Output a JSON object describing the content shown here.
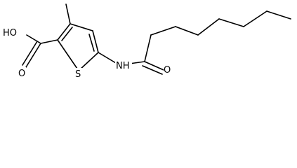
{
  "molecule": {
    "labels": {
      "acid_oh": "HO",
      "acid_o": "O",
      "sulfur": "S",
      "amide_nh": "NH",
      "amide_o": "O"
    },
    "colors": {
      "stroke": "#000000",
      "background": "#ffffff"
    }
  }
}
